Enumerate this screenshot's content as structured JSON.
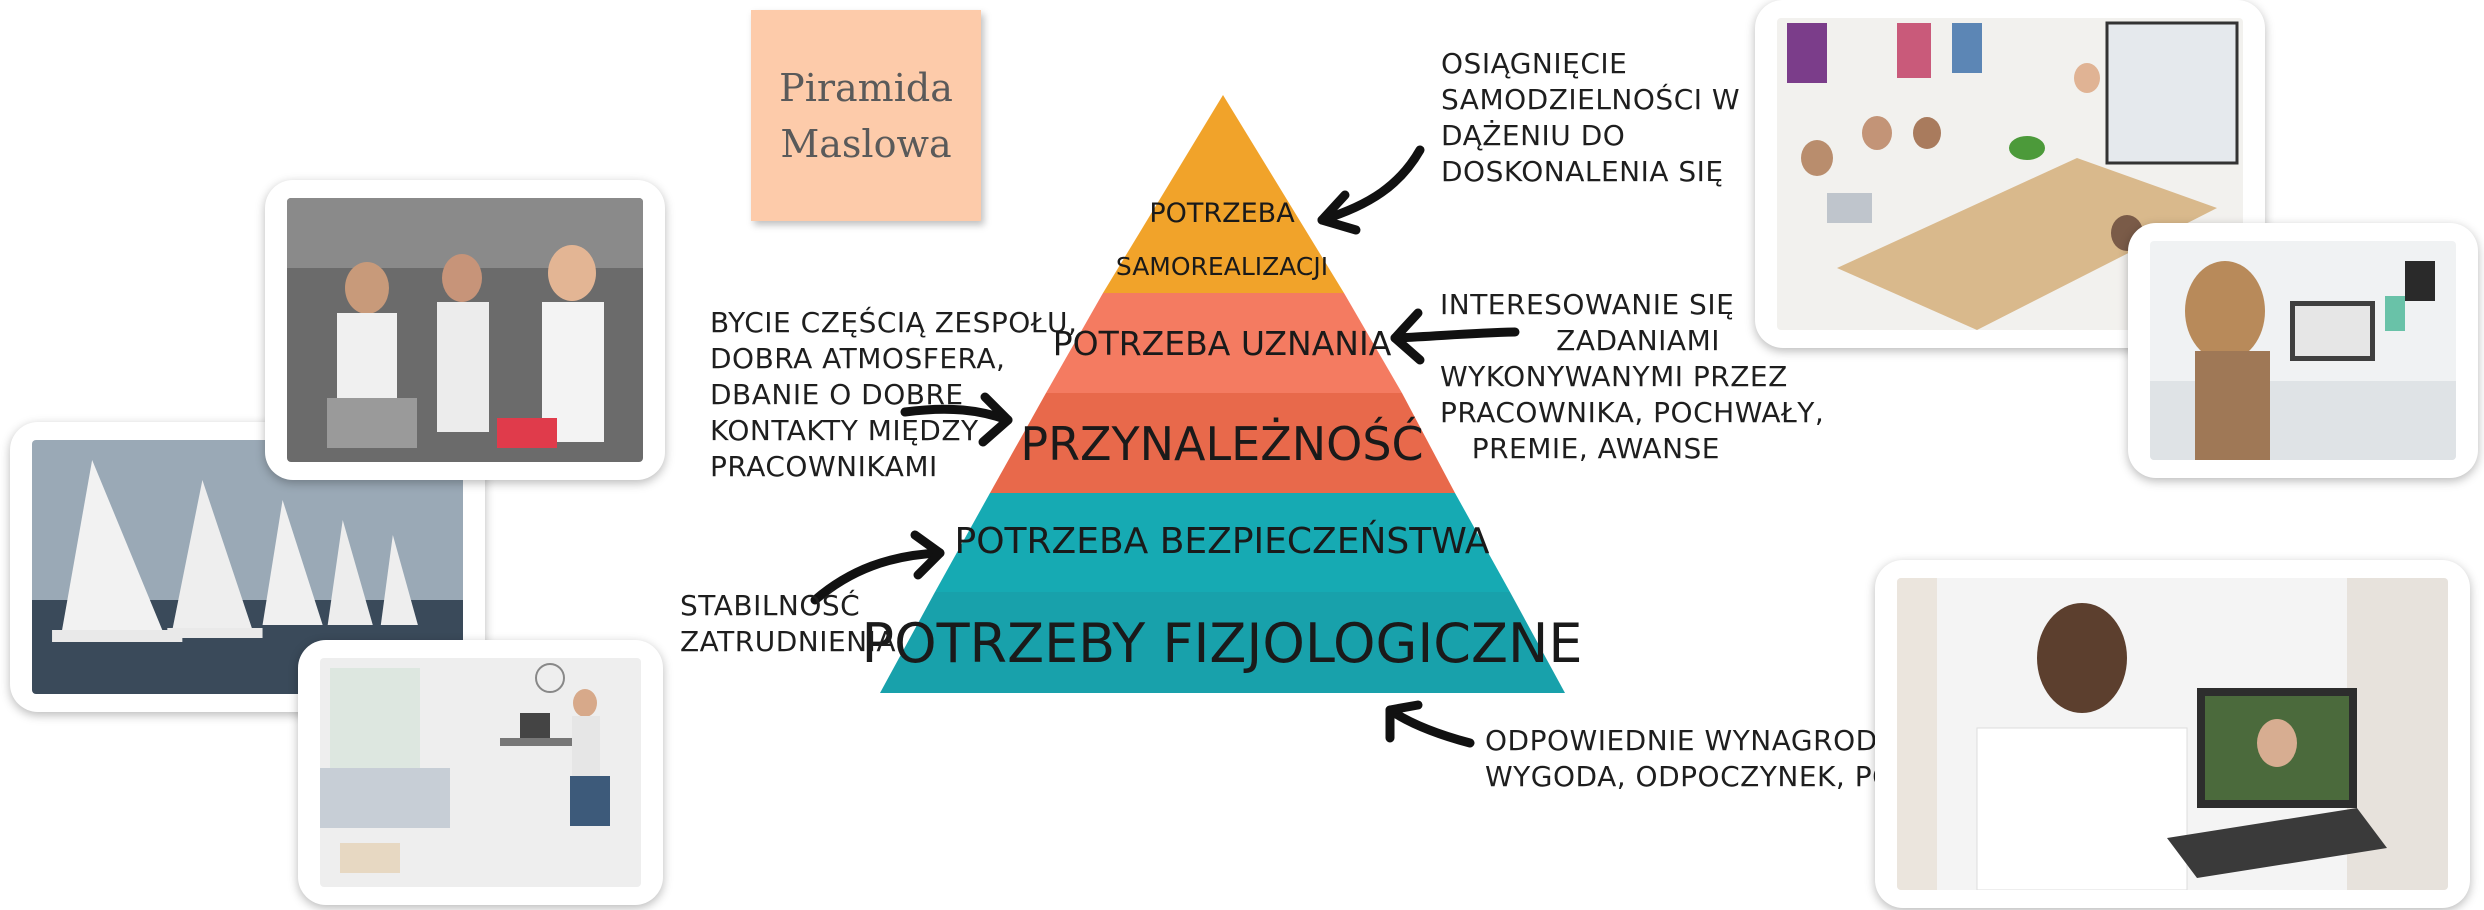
{
  "note": {
    "lines": [
      "Piramida",
      "Maslowa"
    ],
    "color": "#fdcbaa"
  },
  "pyramid": {
    "levels": [
      {
        "lines": [
          "Potrzeba",
          "samorealizacji"
        ],
        "color": "#f1a32a"
      },
      {
        "lines": [
          "Potrzeba uznania"
        ],
        "color": "#f47b61"
      },
      {
        "lines": [
          "Przynależność"
        ],
        "color": "#e8694b"
      },
      {
        "lines": [
          "Potrzeba bezpieczeństwa"
        ],
        "color": "#16aab3"
      },
      {
        "lines": [
          "Potrzeby fizjologiczne"
        ],
        "color": "#18a1ab"
      }
    ]
  },
  "annotations": {
    "self_actualization": [
      "Osiągnięcie",
      "samodzielności w",
      "dążeniu do",
      "doskonalenia się"
    ],
    "esteem": [
      "Interesowanie się",
      "zadaniami",
      "wykonywanymi przez",
      "pracownika, pochwały,",
      "premie, awanse"
    ],
    "belonging": [
      "Bycie częścią zespołu,",
      "dobra atmosfera,",
      "dbanie o dobre",
      "kontakty między",
      "pracownikami"
    ],
    "safety": [
      "Stabilność",
      "zatrudnienia"
    ],
    "physiological": [
      "Odpowiednie wynagrodzenie,",
      "wygoda, odpoczynek, posiłki"
    ]
  },
  "photos": {
    "cooking": "cooking-team-photo",
    "sailing": "sailing-regatta-photo",
    "home_office": "home-office-photo",
    "meeting": "team-meeting-photo",
    "child_laptop": "child-online-learning-photo",
    "telemedicine": "telemedicine-video-call-photo"
  }
}
